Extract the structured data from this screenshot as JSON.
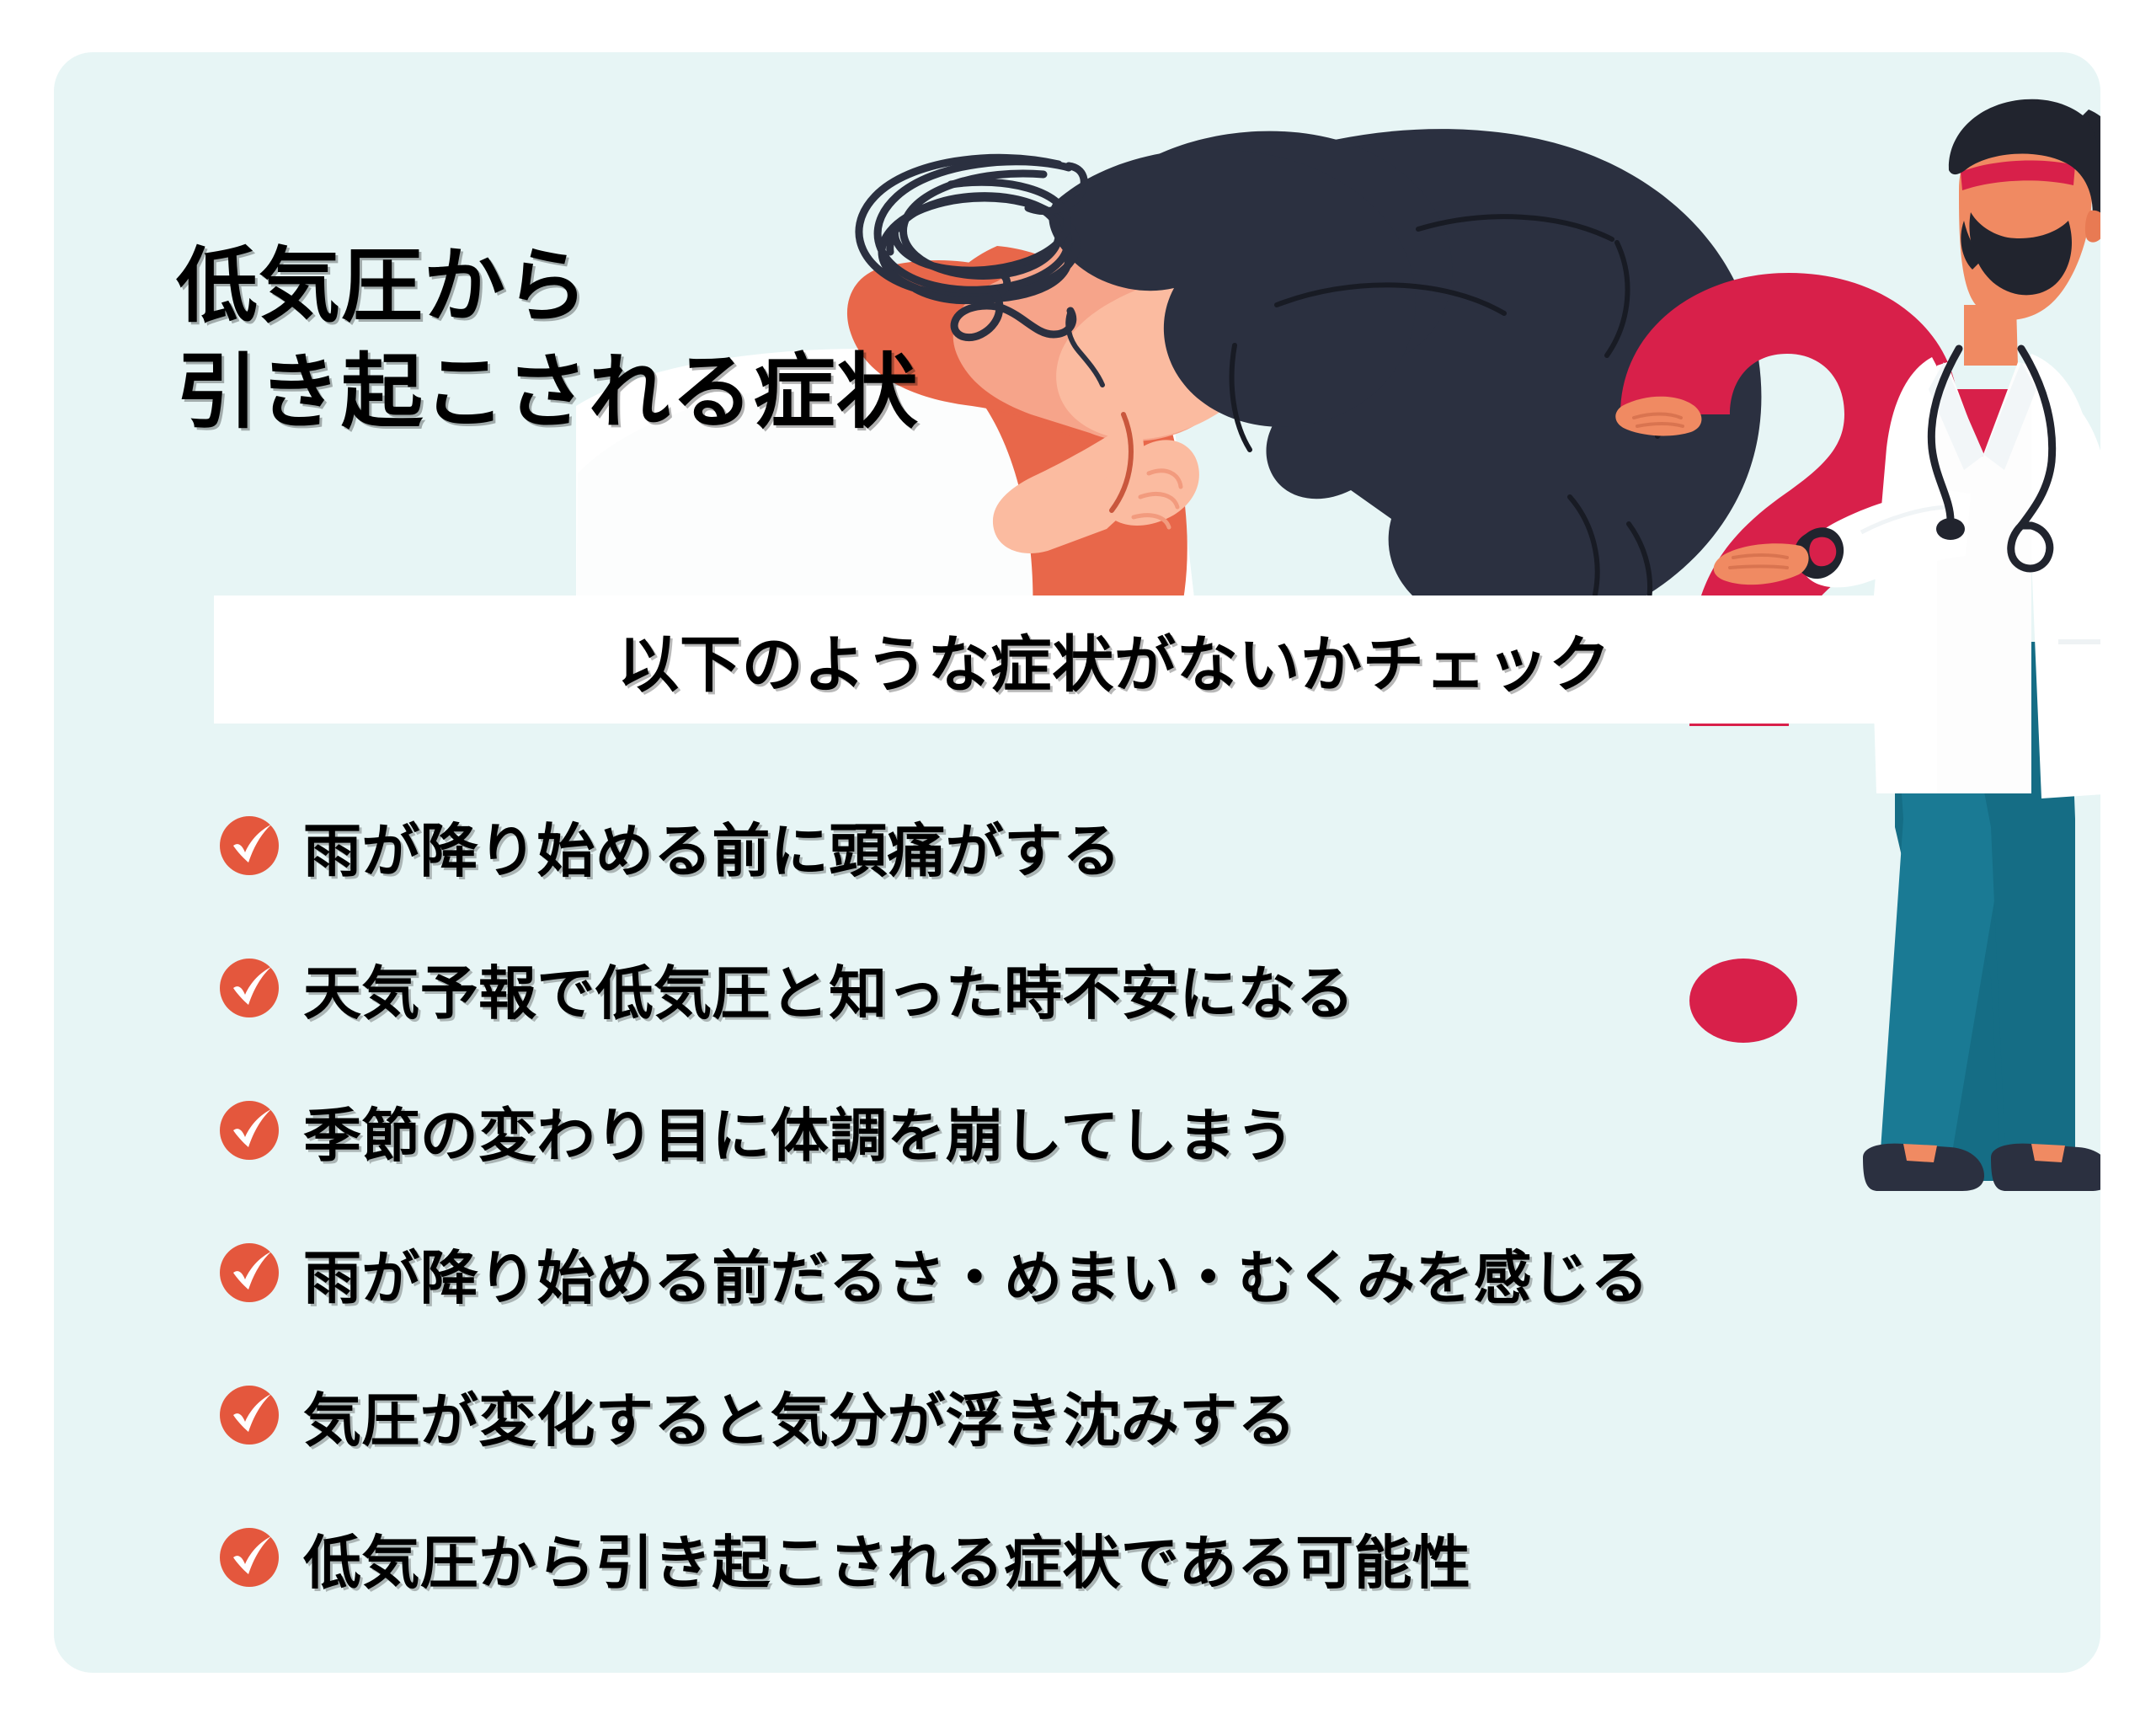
{
  "card": {
    "background_color": "#e7f5f5",
    "page_background_color": "#ffffff"
  },
  "heading": {
    "title": "低気圧から\n引き起こされる症状",
    "title_line_1": "低気圧から",
    "title_line_2": "引き起こされる症状",
    "color": "#000000"
  },
  "banner": {
    "subtitle": "以下のような症状がないかチェック",
    "background_color": "#ffffff",
    "text_color": "#000000"
  },
  "checklist": {
    "icon_name": "check-circle-icon",
    "icon_color": "#e4573d",
    "icon_check_color": "#ffffff",
    "items": [
      {
        "label": "雨が降り始める前に頭痛がする"
      },
      {
        "label": "天気予報で低気圧と知った時不安になる"
      },
      {
        "label": "季節の変わり目に体調を崩してしまう"
      },
      {
        "label": "雨が降り始める前だるさ・めまい・むくみを感じる"
      },
      {
        "label": "気圧が変化すると気分が浮き沈みする"
      },
      {
        "label": "低気圧から引き起こされる症状である可能性"
      }
    ]
  },
  "illustration": {
    "scribble_name": "tangled-scribble-doodle",
    "scribble_color": "#2b3040",
    "woman_name": "woman-headache-illustration",
    "woman_hair_color": "#2b3040",
    "woman_skin_color": "#f6a48a",
    "woman_top_color": "#e8674a",
    "woman_sleeve_color": "#ffffff",
    "question_mark_name": "question-mark-icon",
    "question_mark_color": "#d8204a",
    "doctor_name": "doctor-illustration",
    "doctor_coat_color": "#ffffff",
    "doctor_shirt_color": "#d8204a",
    "doctor_pants_color": "#156d85",
    "doctor_hair_color": "#21242e",
    "doctor_shoe_color": "#2b3040",
    "doctor_skin_color": "#f08a62",
    "stethoscope_color": "#21242e"
  }
}
